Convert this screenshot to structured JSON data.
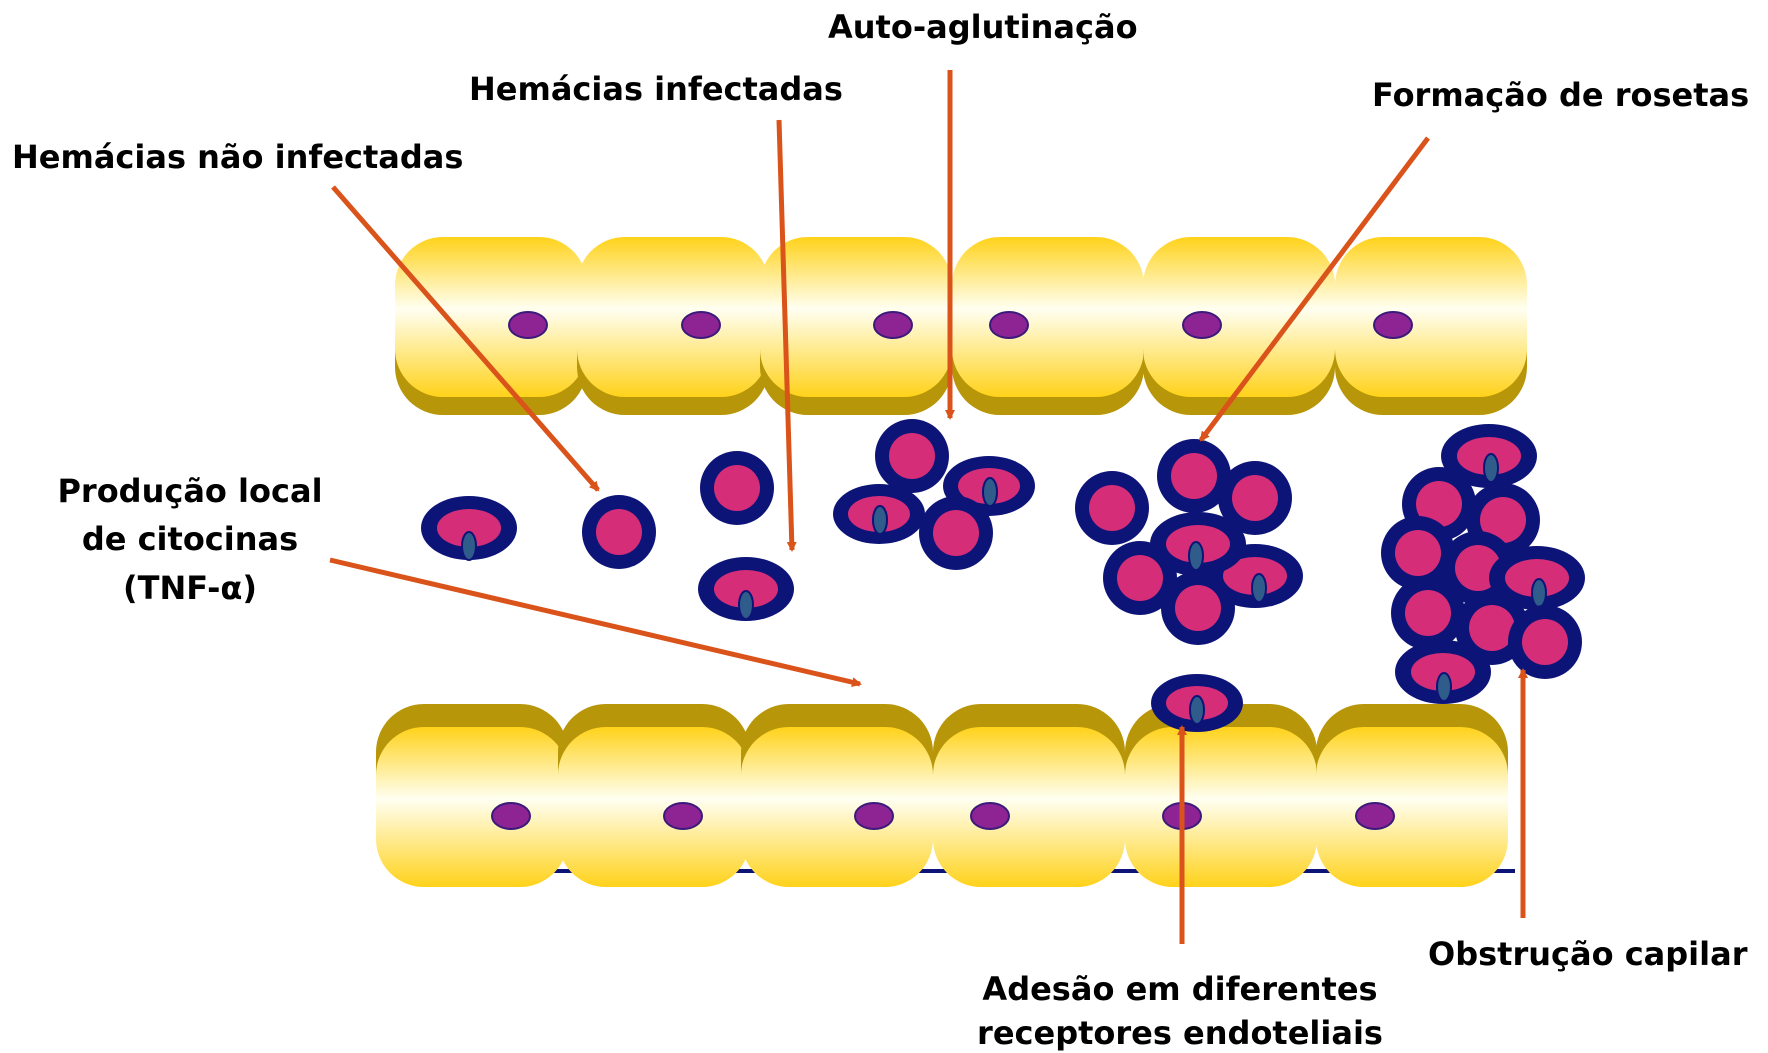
{
  "labels": {
    "auto_aglutinacao": "Auto-aglutinação",
    "hemacias_infectadas": "Hemácias infectadas",
    "formacao_rosetas": "Formação de rosetas",
    "hemacias_nao_infectadas": "Hemácias não infectadas",
    "producao_line1": "Produção local",
    "producao_line2": "de citocinas",
    "producao_line3": "(TNF-α)",
    "adesao_line1": "Adesão em diferentes",
    "adesao_line2": "receptores endoteliais",
    "obstrucao": "Obstrução capilar"
  },
  "colors": {
    "cell_yellow": "#FFD21A",
    "cell_shadow": "#B8960A",
    "nucleus": "#8E2494",
    "rbc_border": "#0D1478",
    "rbc_fill": "#D62D78",
    "parasite": "#2F5C8A",
    "arrow": "#D9531A"
  }
}
